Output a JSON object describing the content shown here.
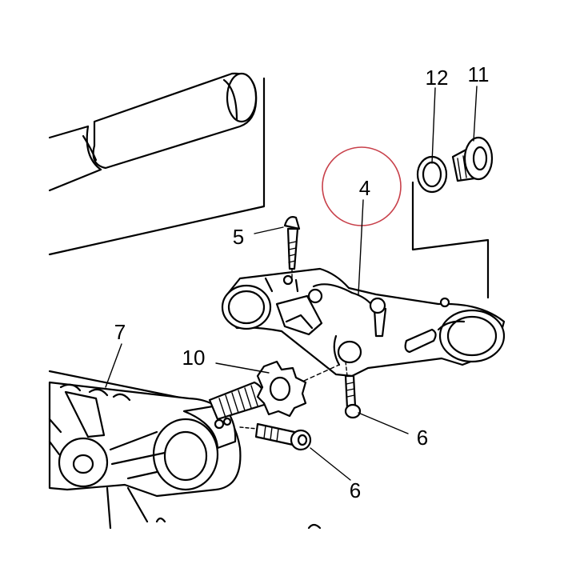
{
  "colors": {
    "line": "#000000",
    "background": "#ffffff",
    "highlight_circle": "#c8404a"
  },
  "callouts": {
    "c12": "12",
    "c11": "11",
    "c4": "4",
    "c5": "5",
    "c7": "7",
    "c10": "10",
    "c6a": "6",
    "c6b": "6"
  }
}
